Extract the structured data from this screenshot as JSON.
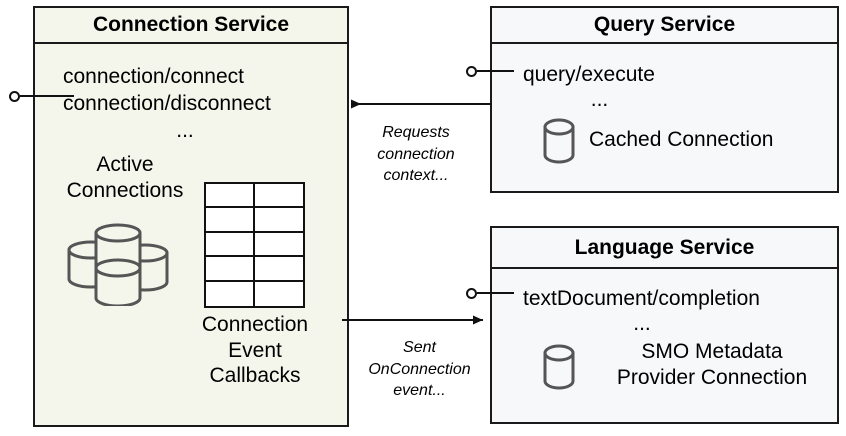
{
  "diagram": {
    "title": "Connection Service interaction diagram",
    "colors": {
      "connection_service_fill": "#f4f6ec",
      "service_fill": "#f7f8fa",
      "border": "#1a1a1a",
      "icon_gray": "#555555"
    }
  },
  "connection_service": {
    "title": "Connection Service",
    "operations": [
      "connection/connect",
      "connection/disconnect"
    ],
    "ellipsis": "...",
    "active_connections_label_line1": "Active",
    "active_connections_label_line2": "Connections",
    "active_connections_icon": "database-cluster-icon",
    "callbacks_icon": "table-grid-icon",
    "callbacks_label_line1": "Connection",
    "callbacks_label_line2": "Event",
    "callbacks_label_line3": "Callbacks",
    "grid": {
      "columns": 2,
      "rows": 5
    },
    "interface_name": "provided-interface"
  },
  "query_service": {
    "title": "Query Service",
    "operations": [
      "query/execute"
    ],
    "ellipsis": "...",
    "resource_icon": "database-cylinder-icon",
    "resource_label": "Cached Connection",
    "interface_name": "provided-interface"
  },
  "language_service": {
    "title": "Language Service",
    "operations": [
      "textDocument/completion"
    ],
    "ellipsis": "...",
    "resource_icon": "database-cylinder-icon",
    "resource_label_line1": "SMO Metadata",
    "resource_label_line2": "Provider Connection",
    "interface_name": "provided-interface"
  },
  "connectors": [
    {
      "id": "query-to-connection",
      "direction": "left",
      "label_line1": "Requests",
      "label_line2": "connection",
      "label_line3": "context..."
    },
    {
      "id": "connection-to-language",
      "direction": "right",
      "label_line1": "Sent",
      "label_line2": "OnConnection",
      "label_line3": "event..."
    }
  ]
}
